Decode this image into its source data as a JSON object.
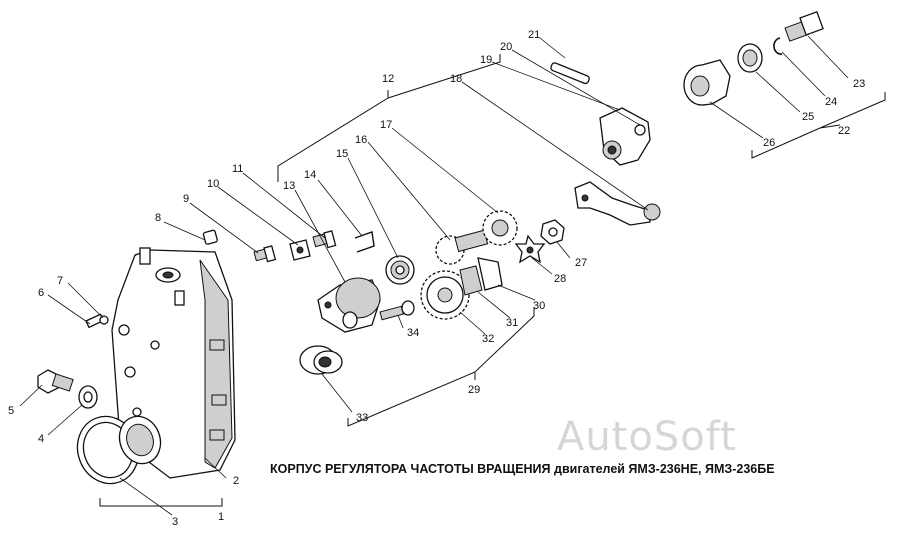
{
  "title_main": "КОРПУС РЕГУЛЯТОРА ЧАСТОТЫ ВРАЩЕНИЯ",
  "title_suffix": "двигателей ЯМЗ-236НЕ, ЯМЗ-236БЕ",
  "watermark": "AutoSoft",
  "callouts": {
    "c1": "1",
    "c2": "2",
    "c3": "3",
    "c4": "4",
    "c5": "5",
    "c6": "6",
    "c7": "7",
    "c8": "8",
    "c9": "9",
    "c10": "10",
    "c11": "11",
    "c12": "12",
    "c13": "13",
    "c14": "14",
    "c15": "15",
    "c16": "16",
    "c17": "17",
    "c18": "18",
    "c19": "19",
    "c20": "20",
    "c21": "21",
    "c22": "22",
    "c23": "23",
    "c24": "24",
    "c25": "25",
    "c26": "26",
    "c27": "27",
    "c28": "28",
    "c29": "29",
    "c30": "30",
    "c31": "31",
    "c32": "32",
    "c33": "33",
    "c34": "34"
  }
}
